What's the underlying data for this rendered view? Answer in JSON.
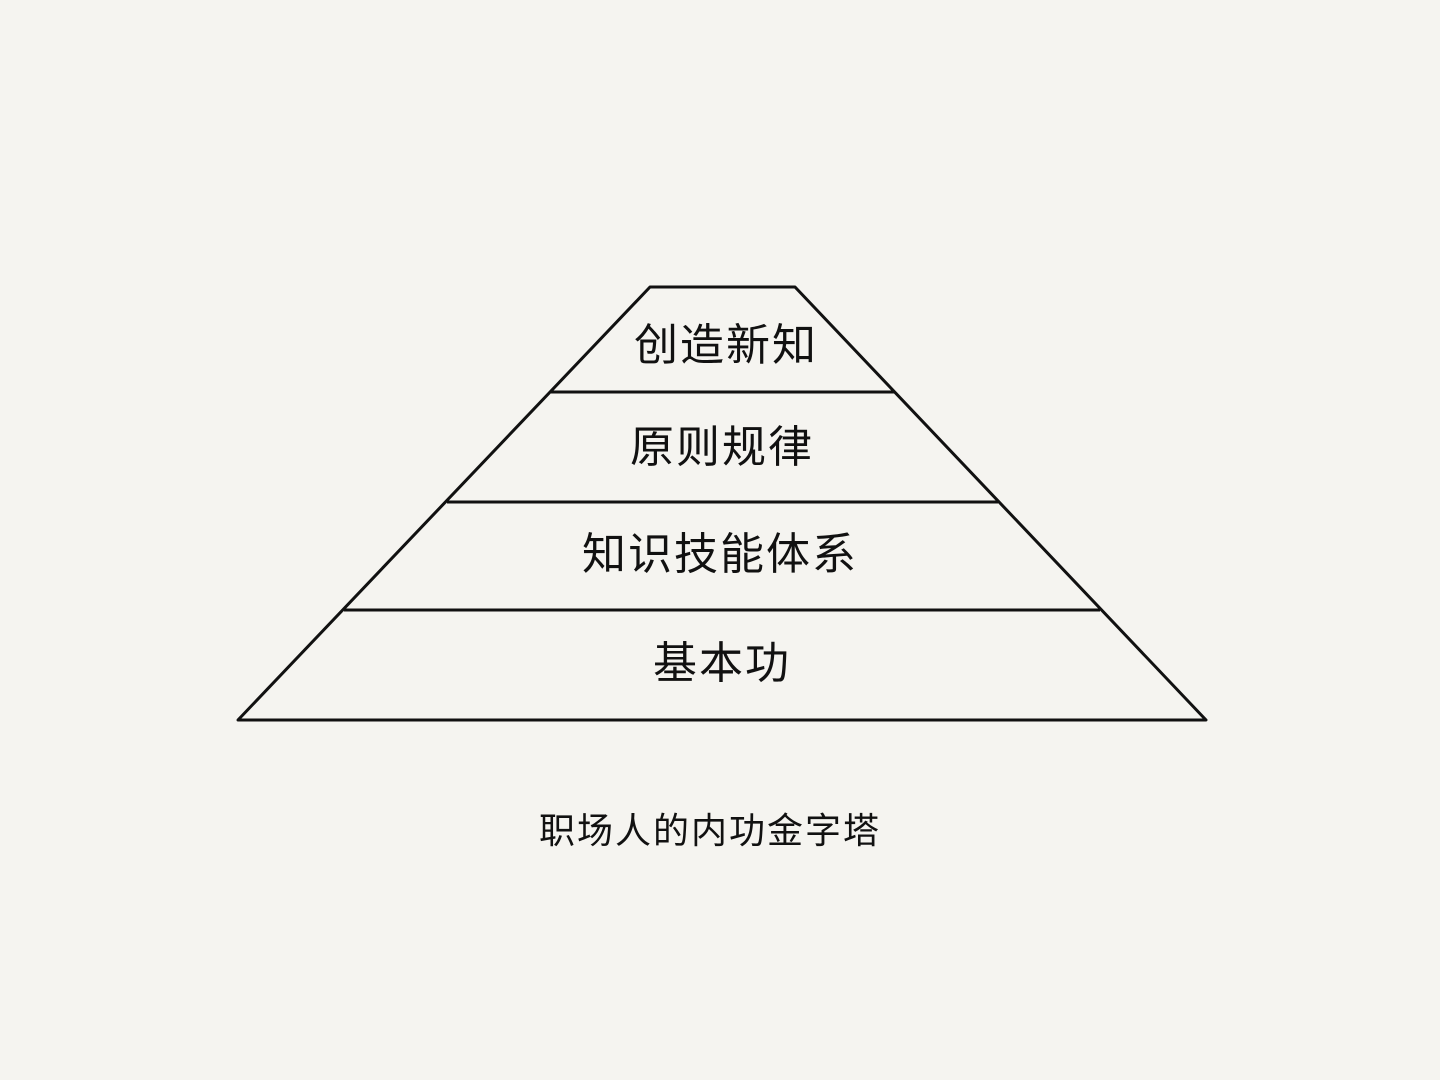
{
  "diagram": {
    "type": "pyramid",
    "tiers_top_to_bottom": [
      {
        "label": "创造新知"
      },
      {
        "label": "原则规律"
      },
      {
        "label": "知识技能体系"
      },
      {
        "label": "基本功"
      }
    ],
    "caption": "职场人的内功金字塔"
  },
  "colors": {
    "background": "#f5f4f0",
    "stroke": "#111111",
    "text": "#111111"
  }
}
